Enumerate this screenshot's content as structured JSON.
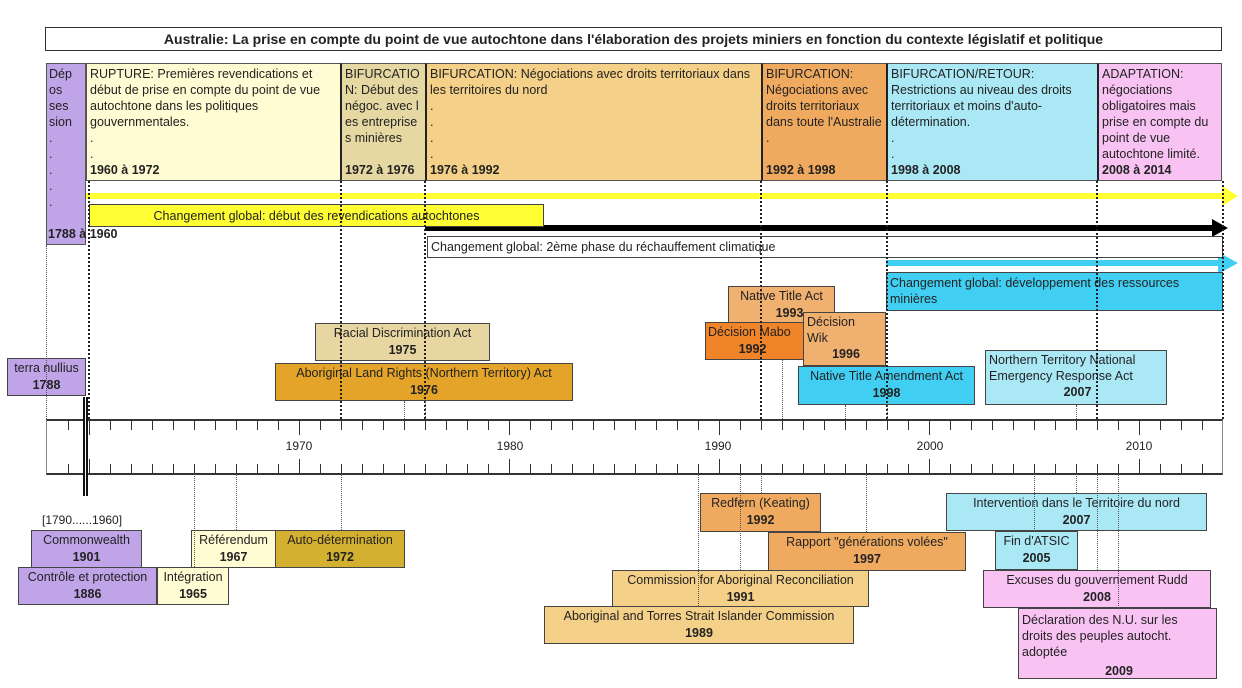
{
  "title": "Australie: La prise en compte du point de vue autochtone dans l'élaboration des projets miniers en fonction du contexte législatif et politique",
  "periods": [
    {
      "lines": [
        "Dép",
        "os",
        "ses",
        "sion",
        ".",
        ".",
        ".",
        ".",
        "."
      ],
      "range": "1788 à 1960",
      "color": "#c0a4e8"
    },
    {
      "text": "RUPTURE: Premières revendications et début de prise en compte du point de vue autochtone dans les politiques gouvernmentales.",
      "dots": ". .",
      "range": "1960 à 1972",
      "color": "#fffbd2"
    },
    {
      "text": "BIFURCATION: Début des négoc. avec les entreprises minières",
      "range": "1972 à 1976",
      "color": "#e6d8a2"
    },
    {
      "text": "BIFURCATION: Négociations avec droits territoriaux dans les territoires du nord",
      "dots": ". . . .",
      "range": "1976 à 1992",
      "color": "#f4d088"
    },
    {
      "text": "BIFURCATION: Négociations avec droits territoriaux dans toute l'Australie",
      "dots": ".",
      "range": "1992 à 1998",
      "color": "#f0aa60"
    },
    {
      "text": "BIFURCATION/RETOUR: Restrictions au niveau des droits territoriaux et moins d'auto-détermination.",
      "dots": ". .",
      "range": "1998 à 2008",
      "color": "#aae8f6"
    },
    {
      "text": "ADAPTATION: négociations obligatoires mais prise en compte du point de vue autochtone limité.",
      "range": "2008 à 2014",
      "color": "#f8c2f2"
    }
  ],
  "global_changes": [
    {
      "label": "Changement global: début des revendications autochtones",
      "color": "#ffff33"
    },
    {
      "label": "Changement global: 2ème phase du réchauffement climatique",
      "color": "#000000"
    },
    {
      "label": "Changement global: développement des ressources minières",
      "color": "#40cff2"
    }
  ],
  "events_above": [
    {
      "label": "terra nullius",
      "year": "1788"
    },
    {
      "label": "Racial Discrimination Act",
      "year": "1975"
    },
    {
      "label": "Aboriginal Land Rights (Northern Territory) Act",
      "year": "1976"
    },
    {
      "label": "Native Title Act",
      "year": "1993"
    },
    {
      "label": "Décision Mabo",
      "year": "1992"
    },
    {
      "label": "Décision Wik",
      "year": "1996"
    },
    {
      "label": "Native Title Amendment Act",
      "year": "1998"
    },
    {
      "label": "Northern Territory National Emergency Response Act",
      "year": "2007"
    }
  ],
  "axis": {
    "start": 1958,
    "end": 2014,
    "labels": [
      "1970",
      "1980",
      "1990",
      "2000",
      "2010"
    ],
    "break_label": "[1790......1960]"
  },
  "events_below": [
    {
      "label": "Commonwealth",
      "year": "1901"
    },
    {
      "label": "Contrôle et protection",
      "year": "1886"
    },
    {
      "label": "Intégration",
      "year": "1965"
    },
    {
      "label": "Référendum",
      "year": "1967"
    },
    {
      "label": "Auto-détermination",
      "year": "1972"
    },
    {
      "label": "Redfern (Keating)",
      "year": "1992"
    },
    {
      "label": "Rapport  \"générations volées\"",
      "year": "1997"
    },
    {
      "label": "Commission for Aboriginal Reconciliation",
      "year": "1991"
    },
    {
      "label": "Aboriginal and Torres Strait Islander Commission",
      "year": "1989"
    },
    {
      "label": "Intervention dans le Territoire du nord",
      "year": "2007"
    },
    {
      "label": "Fin d'ATSIC",
      "year": "2005"
    },
    {
      "label": "Excuses du gouvernement Rudd",
      "year": "2008"
    },
    {
      "label": "Déclaration des N.U. sur les droits des peuples autocht. adoptée",
      "year": "2009"
    }
  ]
}
